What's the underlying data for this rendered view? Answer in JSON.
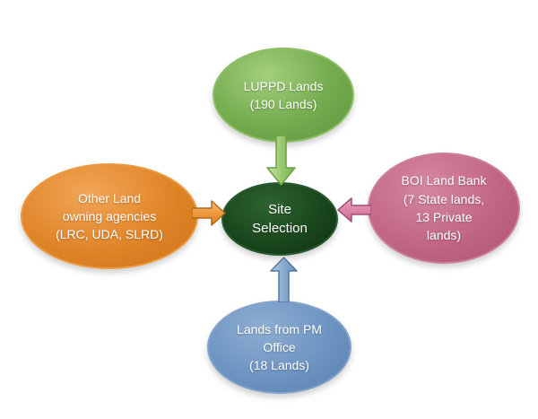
{
  "diagram": {
    "background": "#ffffff",
    "nodes": {
      "top": {
        "lines": [
          "LUPPD Lands",
          "(190 Lands)"
        ],
        "color": "#6ca348"
      },
      "left": {
        "lines": [
          "Other Land",
          "owning agencies",
          "(LRC, UDA, SLRD)"
        ],
        "color": "#e08428"
      },
      "right": {
        "lines": [
          "BOI Land Bank",
          "(7 State lands,",
          "13 Private",
          "lands)"
        ],
        "color": "#c26687"
      },
      "bottom": {
        "lines": [
          "Lands from PM",
          "Office",
          "(18 Lands)"
        ],
        "color": "#6d94c2"
      },
      "center": {
        "lines": [
          "Site",
          "Selection"
        ],
        "color": "#17421a"
      }
    },
    "arrows": [
      {
        "from": "top",
        "to": "center",
        "direction": "down",
        "color": "#8fc162"
      },
      {
        "from": "left",
        "to": "center",
        "direction": "right",
        "color": "#e99537"
      },
      {
        "from": "right",
        "to": "center",
        "direction": "left",
        "color": "#d87ba0"
      },
      {
        "from": "bottom",
        "to": "center",
        "direction": "up",
        "color": "#7e9fc9"
      }
    ]
  }
}
